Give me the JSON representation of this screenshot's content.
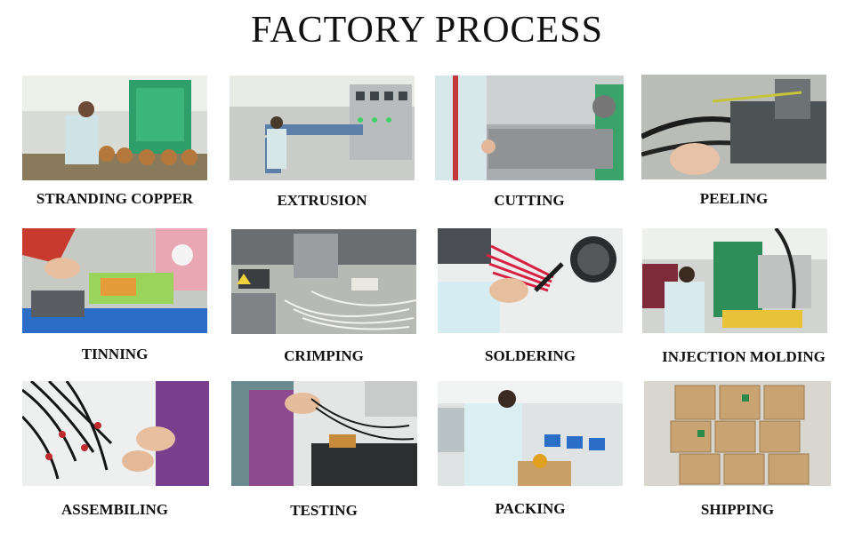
{
  "title": "FACTORY PROCESS",
  "steps": [
    {
      "label": "STRANDING COPPER",
      "scene": "stranding-machine-scene"
    },
    {
      "label": "EXTRUSION",
      "scene": "extrusion-line-scene"
    },
    {
      "label": "CUTTING",
      "scene": "cutting-machine-scene"
    },
    {
      "label": "PEELING",
      "scene": "peeling-machine-scene"
    },
    {
      "label": "TINNING",
      "scene": "tinning-workbench-scene"
    },
    {
      "label": "CRIMPING",
      "scene": "crimping-machine-scene"
    },
    {
      "label": "SOLDERING",
      "scene": "soldering-scene"
    },
    {
      "label": "INJECTION MOLDING",
      "scene": "injection-molding-scene"
    },
    {
      "label": "ASSEMBILING",
      "scene": "assembling-scene"
    },
    {
      "label": "TESTING",
      "scene": "testing-scene"
    },
    {
      "label": "PACKING",
      "scene": "packing-scene"
    },
    {
      "label": "SHIPPING",
      "scene": "shipping-boxes-scene"
    }
  ]
}
